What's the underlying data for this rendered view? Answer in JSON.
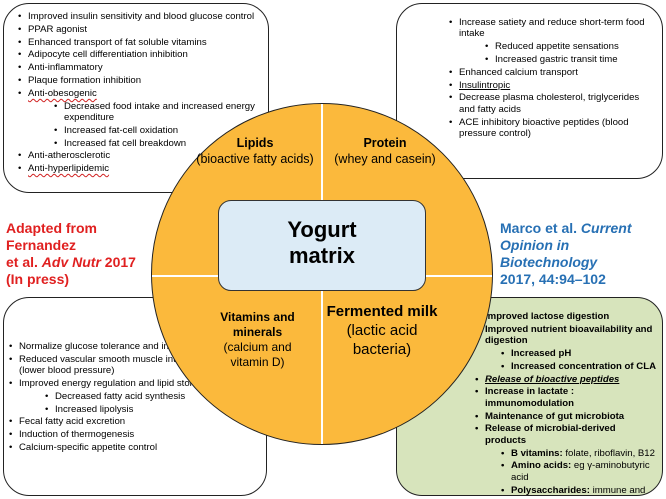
{
  "top_left": {
    "items": [
      {
        "text": "Improved insulin sensitivity and blood glucose control",
        "level": 1
      },
      {
        "text": "PPAR agonist",
        "level": 1
      },
      {
        "text": "Enhanced transport of fat soluble vitamins",
        "level": 1
      },
      {
        "text": "Adipocyte cell differentiation inhibition",
        "level": 1
      },
      {
        "text": "Anti-inflammatory",
        "level": 1
      },
      {
        "text": "Plaque formation inhibition",
        "level": 1
      },
      {
        "text": "Anti-obesogenic",
        "level": 1
      },
      {
        "text": "Decreased food intake and increased energy expenditure",
        "level": 2
      },
      {
        "text": "Increased fat-cell oxidation",
        "level": 2
      },
      {
        "text": "Increased fat cell breakdown",
        "level": 2
      },
      {
        "text": "Anti-atherosclerotic",
        "level": 1
      },
      {
        "text": "Anti-hyperlipidemic",
        "level": 1
      }
    ]
  },
  "top_right": {
    "items": [
      {
        "text": "Increase satiety and reduce short-term food intake",
        "level": 1
      },
      {
        "text": "Reduced appetite sensations",
        "level": 2
      },
      {
        "text": "Increased gastric transit time",
        "level": 2
      },
      {
        "text": "Enhanced calcium transport",
        "level": 1
      },
      {
        "text": "Insulintropic",
        "level": 1
      },
      {
        "text": "Decrease plasma cholesterol, triglycerides and fatty acids",
        "level": 1
      },
      {
        "text": "ACE inhibitory bioactive peptides (blood pressure control)",
        "level": 1
      }
    ]
  },
  "bottom_left": {
    "items": [
      {
        "text": "Normalize glucose tolerance and insulin secretion",
        "level": 1
      },
      {
        "text": "Reduced vascular smooth muscle intracellular calcium (lower blood pressure)",
        "level": 1
      },
      {
        "text": "Improved energy regulation and lipid storage",
        "level": 1
      },
      {
        "text": "Decreased fatty acid synthesis",
        "level": 2
      },
      {
        "text": "Increased lipolysis",
        "level": 2
      },
      {
        "text": "Fecal fatty acid excretion",
        "level": 1
      },
      {
        "text": "Induction of thermogenesis",
        "level": 1
      },
      {
        "text": "Calcium-specific appetite control",
        "level": 1
      }
    ]
  },
  "bottom_right": {
    "items": [
      {
        "text": "Improved lactose digestion",
        "level": 1
      },
      {
        "text": "Improved  nutrient bioavailability and digestion",
        "level": 1
      },
      {
        "text": "Increased pH",
        "level": 2
      },
      {
        "text": "Increased concentration of CLA",
        "level": 2
      },
      {
        "text": "Release of bioactive peptides",
        "level": 1,
        "italic": true
      },
      {
        "text": "Increase in lactate : immunomodulation",
        "level": 1
      },
      {
        "text": "Maintenance of gut microbiota",
        "level": 1
      },
      {
        "text": "Release of microbial-derived products",
        "level": 1
      },
      {
        "bold": "B vitamins:",
        "rest": " folate, riboflavin, B12",
        "level": 2
      },
      {
        "bold": "Amino acids:",
        "rest": " eg γ-aminobutyric acid",
        "level": 2
      },
      {
        "bold": "Polysaccharides:",
        "rest": " immune and prebiotic activities",
        "level": 2
      }
    ]
  },
  "center": {
    "title_line1": "Yogurt",
    "title_line2": "matrix",
    "lipids_title": "Lipids",
    "lipids_sub": "(bioactive fatty acids)",
    "protein_title": "Protein",
    "protein_sub": "(whey and casein)",
    "vitamins_title_line1": "Vitamins and",
    "vitamins_title_line2": "minerals",
    "vitamins_sub_line1": "(calcium and",
    "vitamins_sub_line2": "vitamin D)",
    "fermented_title": "Fermented milk",
    "fermented_sub_line1": "(lactic acid",
    "fermented_sub_line2": "bacteria)"
  },
  "left_citation": {
    "line1": "Adapted from Fernandez",
    "line2_prefix": "et al. ",
    "line2_italic": "Adv Nutr",
    "line2_suffix": " 2017",
    "line3": "(In press)"
  },
  "right_citation": {
    "line1_prefix": "Marco et al. ",
    "line1_italic": "Current",
    "line2_italic": "Opinion in Biotechnology",
    "line3": "2017, 44:94–102"
  },
  "colors": {
    "circle": "#fbb93c",
    "center_box": "#dcebf6",
    "bottom_right_box": "#d7e4bc",
    "left_citation": "#e02020",
    "right_citation": "#2770b4"
  }
}
